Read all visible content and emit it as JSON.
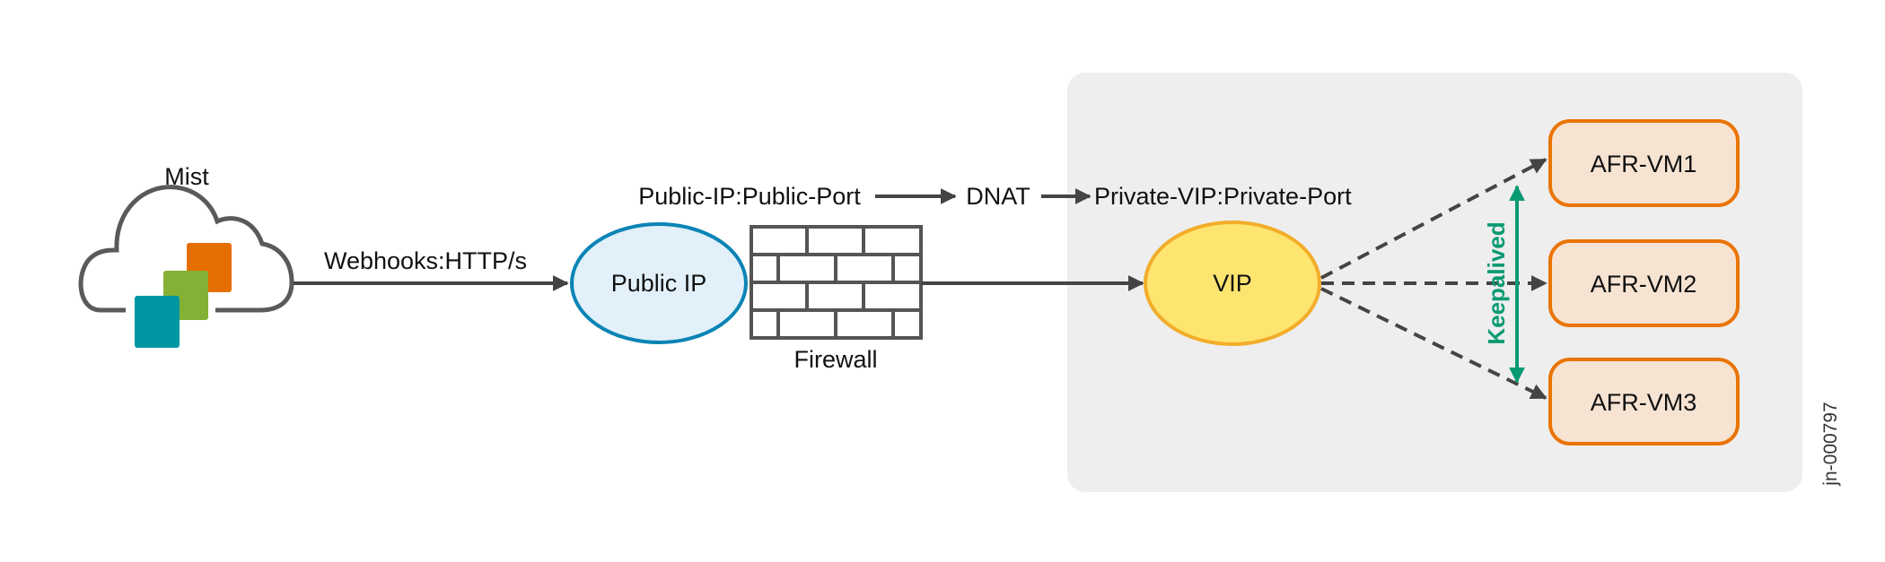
{
  "cloud": {
    "label": "Mist",
    "icon": "mist-cloud-icon"
  },
  "edge_label": "Webhooks:HTTP/s",
  "public_ip": {
    "label": "Public IP"
  },
  "firewall": {
    "label": "Firewall",
    "icon": "firewall-brick-icon"
  },
  "nat_flow": {
    "from": "Public-IP:Public-Port",
    "via": "DNAT",
    "to": "Private-VIP:Private-Port"
  },
  "vip": {
    "label": "VIP"
  },
  "keepalived": {
    "label": "Keepalived"
  },
  "vms": [
    {
      "label": "AFR-VM1"
    },
    {
      "label": "AFR-VM2"
    },
    {
      "label": "AFR-VM3"
    }
  ],
  "figure_id": "jn-000797",
  "colors": {
    "cloud_orange": "#e56e00",
    "cloud_green": "#84b135",
    "cloud_teal": "#0097a3",
    "public_ip_fill": "#e2f0fa",
    "public_ip_stroke": "#0a84b5",
    "vip_fill": "#fee56f",
    "vip_stroke": "#f2ad2a",
    "vm_fill": "#f6e3d2",
    "vm_stroke": "#ea7406",
    "keepalived": "#0a9a73",
    "panel": "#eeeeee",
    "arrow": "#444444"
  }
}
